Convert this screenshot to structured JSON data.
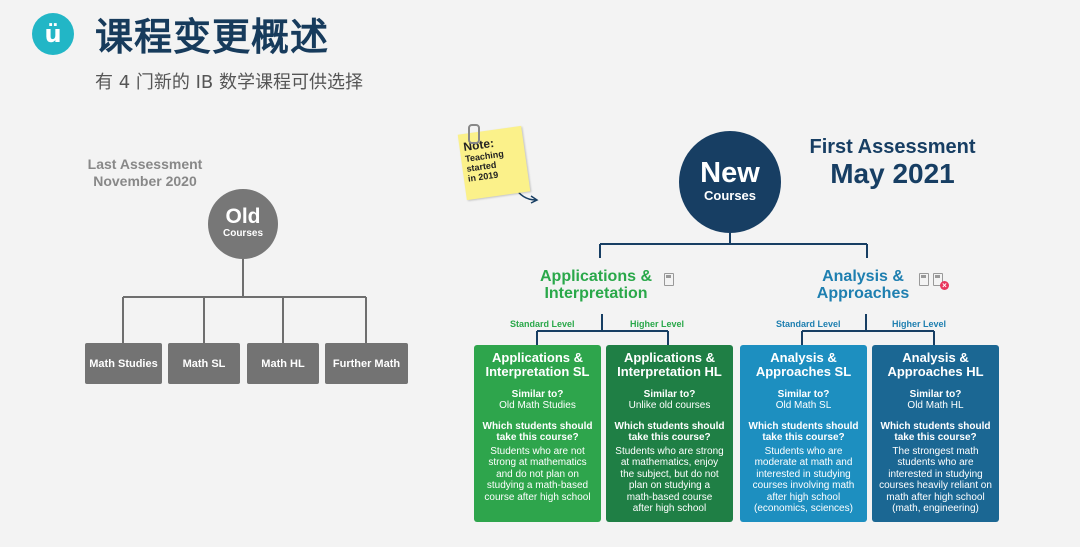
{
  "header": {
    "logo": "ü",
    "title": "课程变更概述",
    "subtitle": "有 4 门新的 IB 数学课程可供选择"
  },
  "old": {
    "last_assessment": [
      "Last Assessment",
      "November 2020"
    ],
    "circle_big": "Old",
    "circle_small": "Courses",
    "courses": [
      "Math Studies",
      "Math SL",
      "Math HL",
      "Further Math"
    ]
  },
  "note": {
    "heading": "Note:",
    "lines": [
      "Teaching",
      "started",
      "in 2019"
    ]
  },
  "new": {
    "circle_big": "New",
    "circle_small": "Courses",
    "first_assessment": "First Assessment",
    "date": "May 2021",
    "branches": [
      {
        "title_1": "Applications &",
        "title_2": "Interpretation",
        "color": "#2aa84a"
      },
      {
        "title_1": "Analysis &",
        "title_2": "Approaches",
        "color": "#1e7fb0"
      }
    ],
    "levels": [
      "Standard Level",
      "Higher Level",
      "Standard Level",
      "Higher Level"
    ],
    "similar_label": "Similar to?",
    "which_label_1": "Which students should",
    "which_label_2": "take this course?",
    "cards": [
      {
        "title_1": "Applications &",
        "title_2": "Interpretation SL",
        "similar": "Old Math Studies",
        "who": [
          "Students who are not",
          "strong at mathematics",
          "and do not plan on",
          "studying a math-based",
          "course after high school"
        ],
        "color": "#2ea54c"
      },
      {
        "title_1": "Applications &",
        "title_2": "Interpretation HL",
        "similar": "Unlike old courses",
        "who": [
          "Students who are strong",
          "at mathematics, enjoy",
          "the subject, but do not",
          "plan on studying a",
          "math-based course",
          "after high school"
        ],
        "color": "#1f7f45"
      },
      {
        "title_1": "Analysis &",
        "title_2": "Approaches SL",
        "similar": "Old Math SL",
        "who": [
          "Students who are",
          "moderate at math and",
          "interested in studying",
          "courses involving math",
          "after high school",
          "(economics, sciences)"
        ],
        "color": "#1d8fc0"
      },
      {
        "title_1": "Analysis &",
        "title_2": "Approaches HL",
        "similar": "Old Math HL",
        "who": [
          "The strongest math",
          "students who are",
          "interested in studying",
          "courses heavily reliant on",
          "math after high school",
          "(math, engineering)"
        ],
        "color": "#1b6793"
      }
    ]
  },
  "colors": {
    "navy": "#173e63",
    "old_gray": "#737373",
    "green_text": "#2aa84a",
    "blue_text": "#1e7fb0",
    "accent": "#22b6c6"
  }
}
